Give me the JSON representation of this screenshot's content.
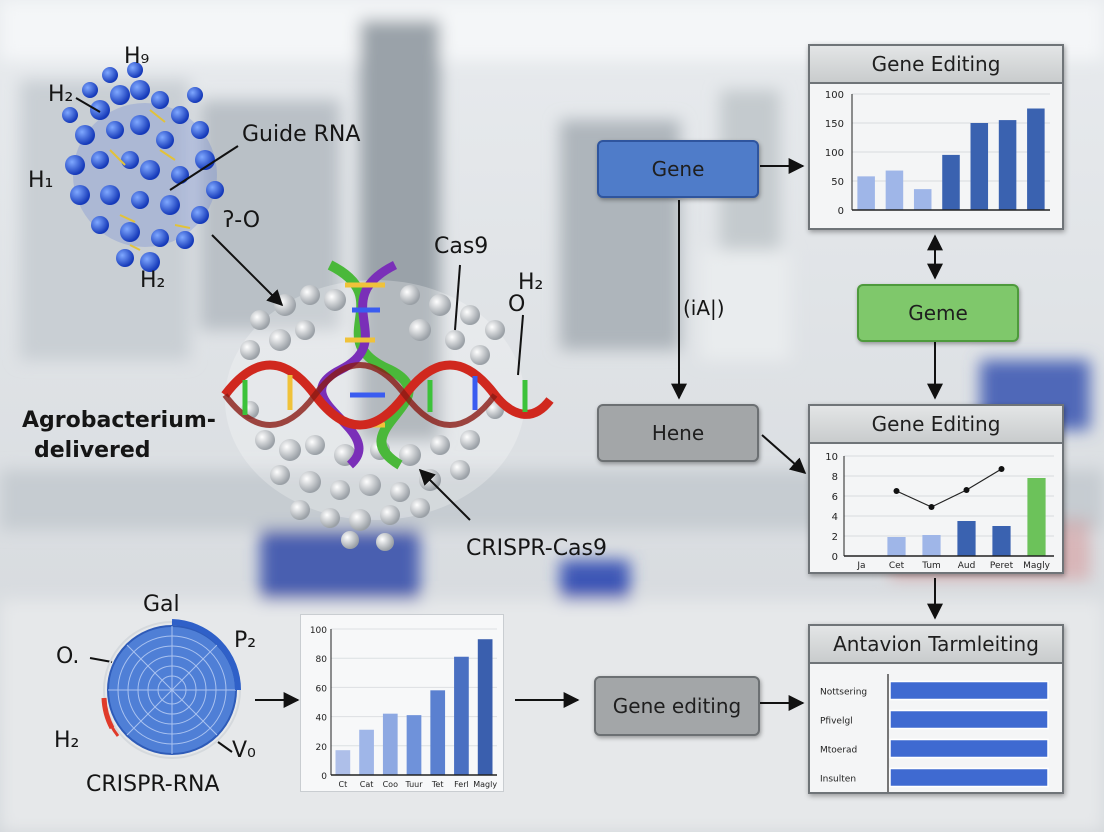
{
  "labels": {
    "h9": "H₉",
    "h2_top": "H₂",
    "guide_rna": "Guide RNA",
    "h1": "H₁",
    "ho": "ʔ-O",
    "h2_mid": "H₂",
    "cas9": "Cas9",
    "h2_right": "H₂",
    "o_right": "O",
    "agro_line1": "Agrobacterium-",
    "agro_line2": "delivered",
    "crispr_cas9": "CRISPR-Cas9",
    "gal": "Gal",
    "p2": "P₂",
    "o_left": "O.",
    "h2_bottom": "H₂",
    "v0": "V₀",
    "crispr_rna": "CRISPR-RNA"
  },
  "flow": {
    "gene": "Gene",
    "geme": "Geme",
    "hene": "Hene",
    "gene_editing": "Gene editing",
    "edge_label": "(iA|)"
  },
  "colors": {
    "blue_box": "#4f7cc9",
    "green_box": "#7fc86b",
    "gray_box": "#9a9d9f",
    "bar_light": "#9fb6e8",
    "bar_dark": "#3a62b0",
    "bar_green": "#6cc25a"
  },
  "chart_data": [
    {
      "type": "bar",
      "title": "Gene Editing",
      "ytick_labels": [
        "0",
        "50",
        "100",
        "150",
        "100"
      ],
      "ylim": [
        0,
        200
      ],
      "values": [
        58,
        68,
        36,
        95,
        150,
        155,
        175
      ],
      "grid": true
    },
    {
      "type": "bar",
      "title": "Gene Editing",
      "categories": [
        "Ja",
        "Cet",
        "Tum",
        "Aud",
        "Peret",
        "Magly"
      ],
      "yticks": [
        0,
        2,
        4,
        6,
        8,
        10
      ],
      "ylim": [
        0,
        10
      ],
      "values": [
        null,
        1.9,
        2.1,
        3.5,
        3.0,
        7.8
      ],
      "line_values": [
        6.5,
        4.9,
        6.6,
        8.7
      ],
      "grid": true
    },
    {
      "type": "bar",
      "categories": [
        "Ct",
        "Cat",
        "Coo",
        "Tuur",
        "Tet",
        "Ferl",
        "Magly"
      ],
      "yticks": [
        0,
        20,
        40,
        60,
        80,
        100
      ],
      "ylim": [
        0,
        100
      ],
      "values": [
        17,
        31,
        42,
        41,
        58,
        81,
        93
      ],
      "grid": true
    },
    {
      "type": "bar",
      "title": "Antavion Tarmleiting",
      "categories": [
        "Nottsering",
        "Pfivelgl",
        "Mtoerad",
        "Insulten"
      ],
      "values": [
        1,
        1,
        1,
        1
      ]
    }
  ]
}
